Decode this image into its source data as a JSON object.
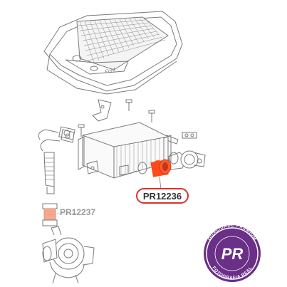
{
  "parts": {
    "callout_main": "PR12236",
    "callout_secondary": "PR12237"
  },
  "engine_cover": {
    "brand_text": "Ford"
  },
  "seal": {
    "monogram": "PR",
    "top_text": "QUALIDADE PREMIUM",
    "bottom_text": "FOTOGRAFIA REAL"
  },
  "colors": {
    "line": "#7a7a7a",
    "callout_ring": "#d9332a",
    "hose_highlight": "#ff4a1c",
    "hose_secondary": "#f7a98f",
    "seal_bg": "#6a2f86",
    "seal_ring": "#ffffff"
  }
}
